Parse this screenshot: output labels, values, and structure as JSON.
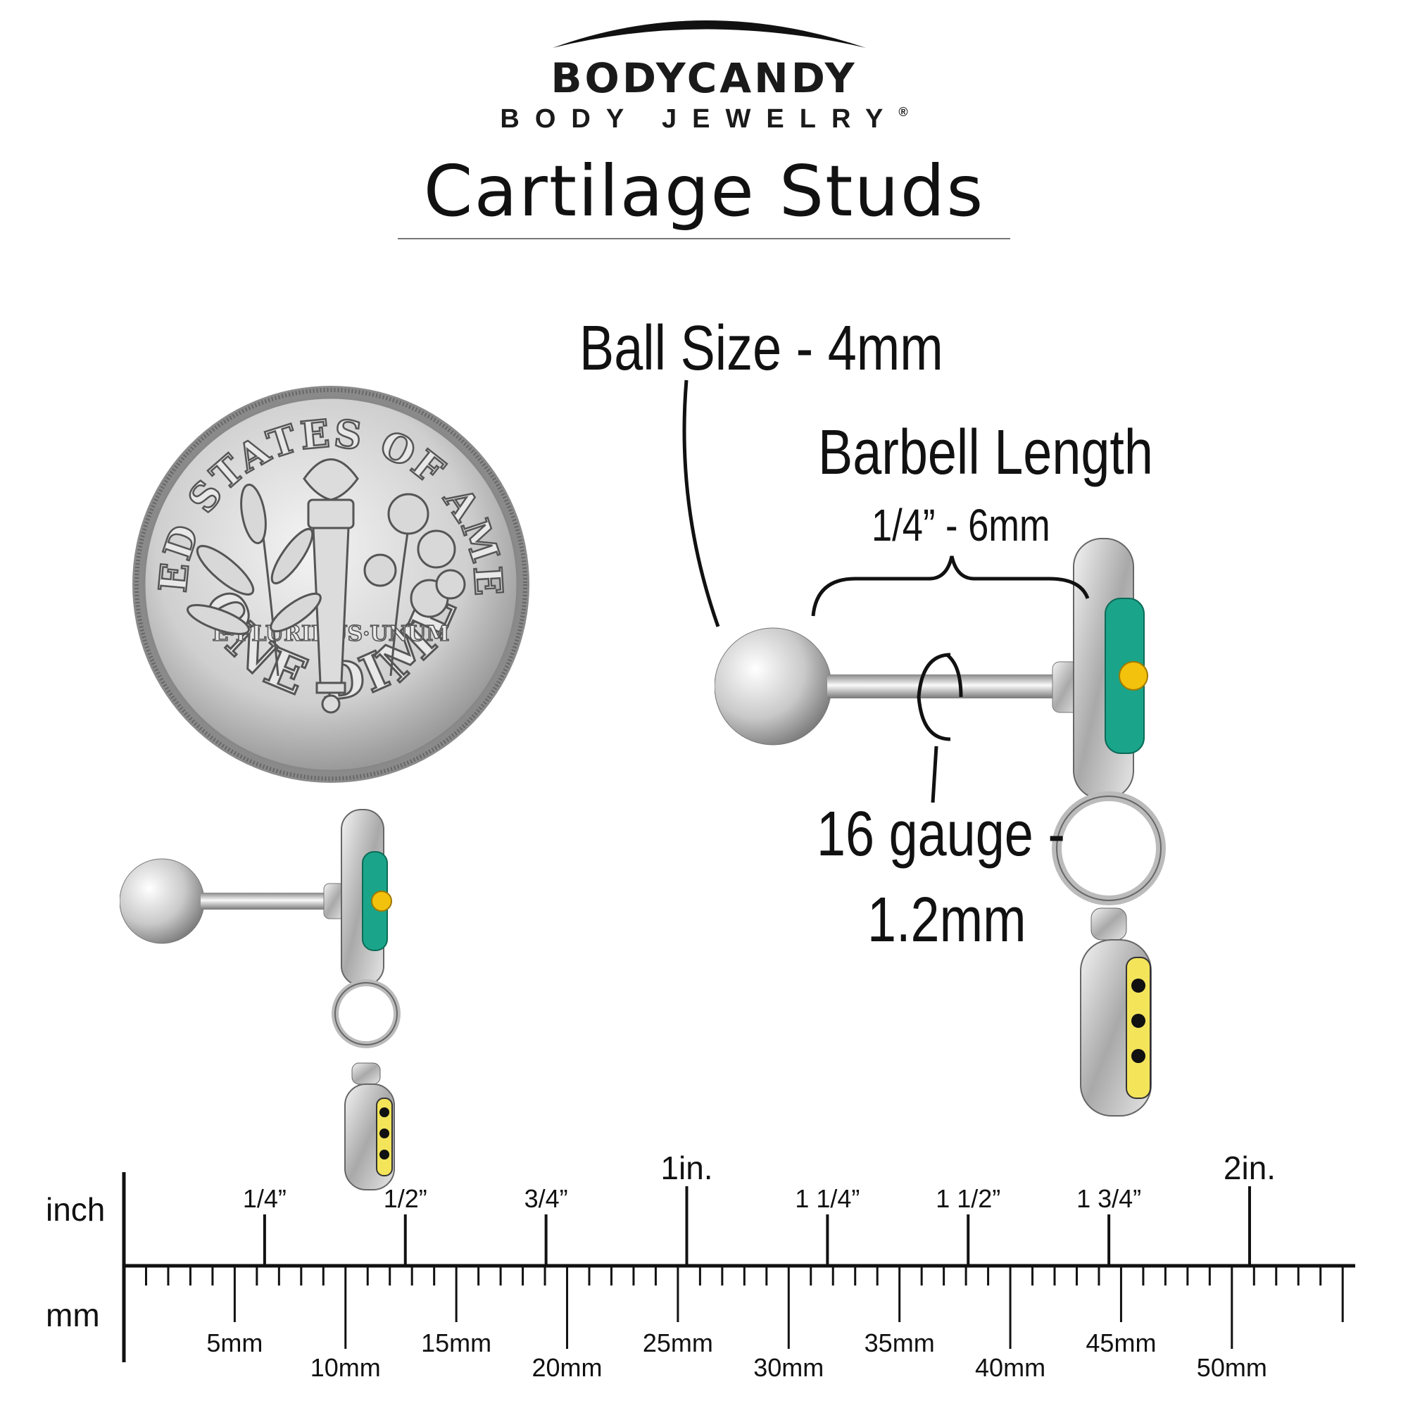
{
  "brand": {
    "name": "BODYCANDY",
    "tagline": "BODY JEWELRY",
    "registered": "®"
  },
  "page_title": "Cartilage Studs",
  "coin": {
    "top_text": "UNITED STATES OF AMERICA",
    "motto": "E·PLURIBUS·UNUM",
    "bottom_text": "ONE DIME"
  },
  "specs": {
    "ball_size": "Ball Size - 4mm",
    "barbell_length_title": "Barbell Length",
    "barbell_length_value": "1/4” - 6mm",
    "gauge_line1": "16 gauge -",
    "gauge_line2": "1.2mm"
  },
  "ruler": {
    "inch_label": "inch",
    "mm_label": "mm",
    "inch_marks": [
      {
        "value": 0.25,
        "label": "1/4”",
        "major": false
      },
      {
        "value": 0.5,
        "label": "1/2”",
        "major": false
      },
      {
        "value": 0.75,
        "label": "3/4”",
        "major": false
      },
      {
        "value": 1.0,
        "label": "1in.",
        "major": true
      },
      {
        "value": 1.25,
        "label": "1 1/4”",
        "major": false
      },
      {
        "value": 1.5,
        "label": "1 1/2”",
        "major": false
      },
      {
        "value": 1.75,
        "label": "1 3/4”",
        "major": false
      },
      {
        "value": 2.0,
        "label": "2in.",
        "major": true
      }
    ],
    "mm_labels": [
      "5mm",
      "10mm",
      "15mm",
      "20mm",
      "25mm",
      "30mm",
      "35mm",
      "40mm",
      "45mm",
      "50mm"
    ],
    "mm_max": 55
  }
}
